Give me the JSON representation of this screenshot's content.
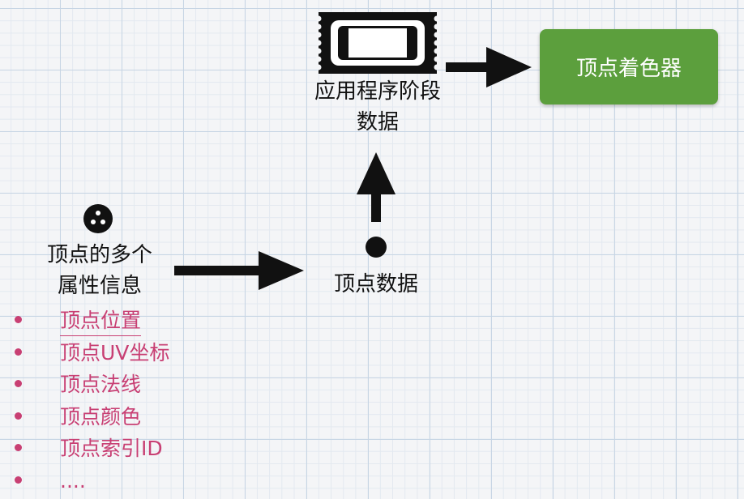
{
  "app_stage": {
    "label_line1": "应用程序阶段",
    "label_line2": "数据"
  },
  "vertex_shader": {
    "label": "顶点着色器",
    "color": "#5c9f3d"
  },
  "vertex_attributes": {
    "label_line1": "顶点的多个",
    "label_line2": "属性信息"
  },
  "vertex_data": {
    "label": "顶点数据"
  },
  "attribute_list": {
    "color": "#c83f73",
    "items": [
      "顶点位置",
      "顶点UV坐标",
      "顶点法线",
      "顶点颜色",
      "顶点索引ID",
      "...."
    ]
  }
}
